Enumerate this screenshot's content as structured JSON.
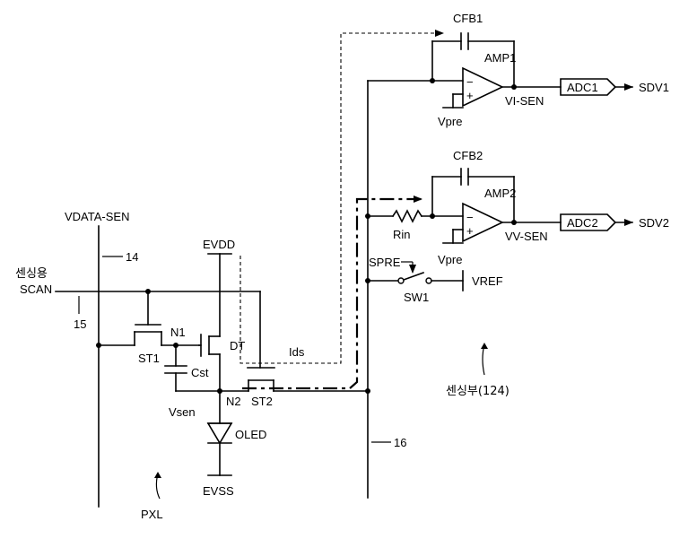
{
  "labels": {
    "vdata_sen": "VDATA-SEN",
    "ref_14": "14",
    "scan_kr": "센싱용",
    "scan": "SCAN",
    "ref_15": "15",
    "evdd": "EVDD",
    "n1": "N1",
    "dt": "DT",
    "st1": "ST1",
    "cst": "Cst",
    "vsen": "Vsen",
    "n2": "N2",
    "st2": "ST2",
    "oled": "OLED",
    "evss": "EVSS",
    "pxl": "PXL",
    "ids": "Ids",
    "ref_16": "16",
    "cfb1": "CFB1",
    "amp1": "AMP1",
    "vpre1": "Vpre",
    "vi_sen": "VI-SEN",
    "adc1": "ADC1",
    "sdv1": "SDV1",
    "cfb2": "CFB2",
    "amp2": "AMP2",
    "rin": "Rin",
    "vpre2": "Vpre",
    "vv_sen": "VV-SEN",
    "adc2": "ADC2",
    "sdv2": "SDV2",
    "spre": "SPRE",
    "sw1": "SW1",
    "vref": "VREF",
    "sensing_unit": "센싱부(124)",
    "minus": "−",
    "plus": "+"
  }
}
